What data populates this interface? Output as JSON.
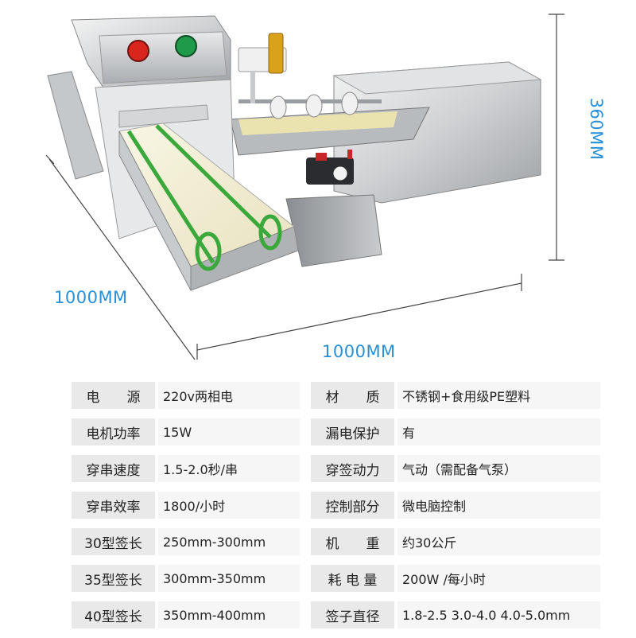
{
  "dimensions": {
    "height": "360MM",
    "depth": "1000MM",
    "width": "1000MM"
  },
  "specs": [
    {
      "label1": "电　　源",
      "value1": "220v两相电",
      "label2": "材　　质",
      "value2": "不锈钢+食用级PE塑料"
    },
    {
      "label1": "电机功率",
      "value1": "15W",
      "label2": "漏电保护",
      "value2": "有"
    },
    {
      "label1": "穿串速度",
      "value1": "1.5-2.0秒/串",
      "label2": "穿签动力",
      "value2": "气动（需配备气泵）"
    },
    {
      "label1": "穿串效率",
      "value1": "1800/小时",
      "label2": "控制部分",
      "value2": "微电脑控制"
    },
    {
      "label1": "30型签长",
      "value1": "250mm-300mm",
      "label2": "机　　重",
      "value2": "约30公斤"
    },
    {
      "label1": "35型签长",
      "value1": "300mm-350mm",
      "label2": "耗 电 量",
      "value2": "200W /每小时"
    },
    {
      "label1": "40型签长",
      "value1": "350mm-400mm",
      "label2": "签子直径",
      "value2": "1.8-2.5 3.0-4.0 4.0-5.0mm"
    }
  ],
  "colors": {
    "dimension": "#2b8fd6",
    "button_red": "#d9261c",
    "button_green": "#1f9a4a",
    "belt_green": "#3aa83a"
  }
}
